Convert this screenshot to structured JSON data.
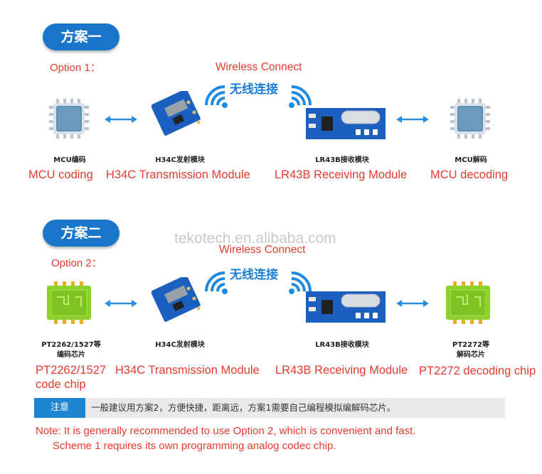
{
  "scheme1": {
    "pill": "方案一",
    "option": "Option 1：",
    "wireless_en": "Wireless Connect",
    "wireless_cn": "无线连接",
    "items": [
      {
        "cn": "MCU编码",
        "en": "MCU coding"
      },
      {
        "cn": "H34C发射模块",
        "en": "H34C Transmission Module"
      },
      {
        "cn": "LR43B接收模块",
        "en": "LR43B Receiving Module"
      },
      {
        "cn": "MCU解码",
        "en": "MCU decoding"
      }
    ]
  },
  "scheme2": {
    "pill": "方案二",
    "option": "Option 2：",
    "wireless_en": "Wireless Connect",
    "wireless_cn": "无线连接",
    "items": [
      {
        "cn1": "PT2262/1527等",
        "cn2": "编码芯片",
        "en1": "PT2262/1527",
        "en2": "code chip"
      },
      {
        "cn1": "H34C发射模块",
        "en1": "H34C Transmission Module"
      },
      {
        "cn1": "LR43B接收模块",
        "en1": "LR43B Receiving Module"
      },
      {
        "cn1": "PT2272等",
        "cn2": "解码芯片",
        "en1": "PT2272 decoding chip"
      }
    ]
  },
  "watermark": "tekotech.en.alibaba.com",
  "note": {
    "tag": "注意",
    "text": "一般建议用方案2，方便快捷，距离远，方案1需要自己编程模拟编解码芯片。",
    "en_line1": "Note: It is generally recommended to use Option 2, which is convenient and fast.",
    "en_line2": "Scheme 1 requires its own programming analog codec chip."
  },
  "colors": {
    "accent": "#1976c8",
    "red_text": "#e83a2e",
    "chip_blue": "#5c8fb3",
    "chip_green": "#8bd12a",
    "module_blue": "#1b5fc0"
  }
}
